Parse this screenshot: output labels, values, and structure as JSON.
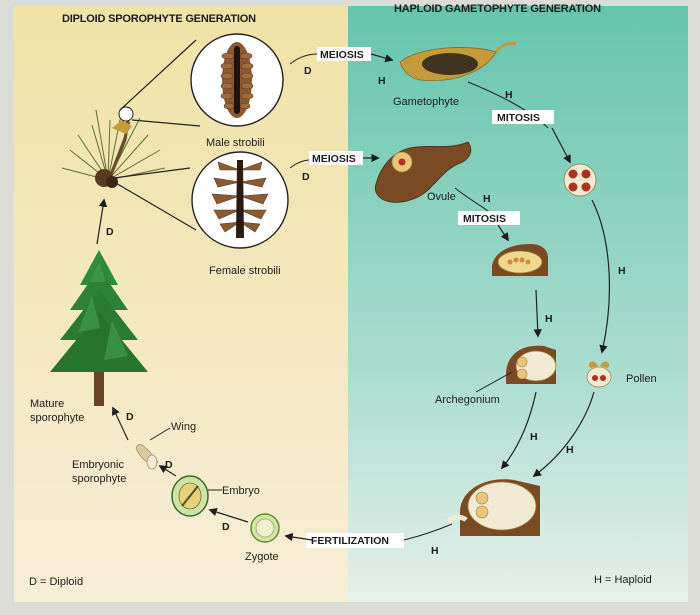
{
  "headers": {
    "left": "DIPLOID SPOROPHYTE GENERATION",
    "right": "HAPLOID GAMETOPHYTE GENERATION"
  },
  "labels": {
    "male_strobili": "Male strobili",
    "female_strobili": "Female strobili",
    "mature_sporophyte": [
      "Mature",
      "sporophyte"
    ],
    "wing": "Wing",
    "embryonic_sporophyte": [
      "Embryonic",
      "sporophyte"
    ],
    "embryo": "Embryo",
    "zygote": "Zygote",
    "gametophyte": "Gametophyte",
    "ovule": "Ovule",
    "archegonium": "Archegonium",
    "pollen": "Pollen"
  },
  "process_labels": {
    "meiosis_top": "MEIOSIS",
    "meiosis_mid": "MEIOSIS",
    "mitosis_right": "MITOSIS",
    "mitosis_mid": "MITOSIS",
    "fertilization": "FERTILIZATION"
  },
  "ploidy_marks": {
    "d": "D",
    "h": "H"
  },
  "legend": {
    "diploid": "D = Diploid",
    "haploid": "H = Haploid"
  },
  "colors": {
    "diploid_bg": "#f2e3ad",
    "haploid_bg": "#7fd0c0",
    "cone_brown": "#7a4a24",
    "tree_green": "#2f8a3a"
  },
  "icons": [
    "pine-branch-icon",
    "male-cone-icon",
    "female-cone-icon",
    "pine-tree-icon",
    "seed-icon",
    "gametophyte-icon",
    "ovule-icon",
    "pollen-icon",
    "zygote-icon",
    "embryo-icon"
  ]
}
